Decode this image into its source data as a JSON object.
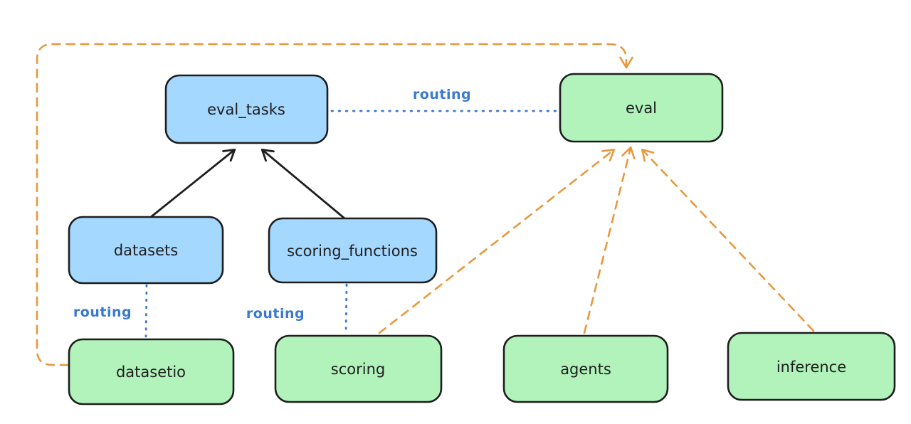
{
  "colors": {
    "background": "#ffffff",
    "node-stroke": "#1e1e1e",
    "node-blue-fill": "#a5d8ff",
    "node-green-fill": "#b2f2bb",
    "label-text": "#1e1e1e",
    "routing-blue": "#3b79d1",
    "arrow-orange": "#e8983e",
    "arrow-black": "#1e1e1e"
  },
  "nodes": {
    "eval_tasks": {
      "label": "eval_tasks"
    },
    "eval": {
      "label": "eval"
    },
    "datasets": {
      "label": "datasets"
    },
    "scoring_functions": {
      "label": "scoring_functions"
    },
    "datasetio": {
      "label": "datasetio"
    },
    "scoring": {
      "label": "scoring"
    },
    "agents": {
      "label": "agents"
    },
    "inference": {
      "label": "inference"
    }
  },
  "edge_labels": {
    "eval_tasks_to_eval": "routing",
    "datasets_to_datasetio": "routing",
    "scoring_functions_to_scoring": "routing"
  }
}
